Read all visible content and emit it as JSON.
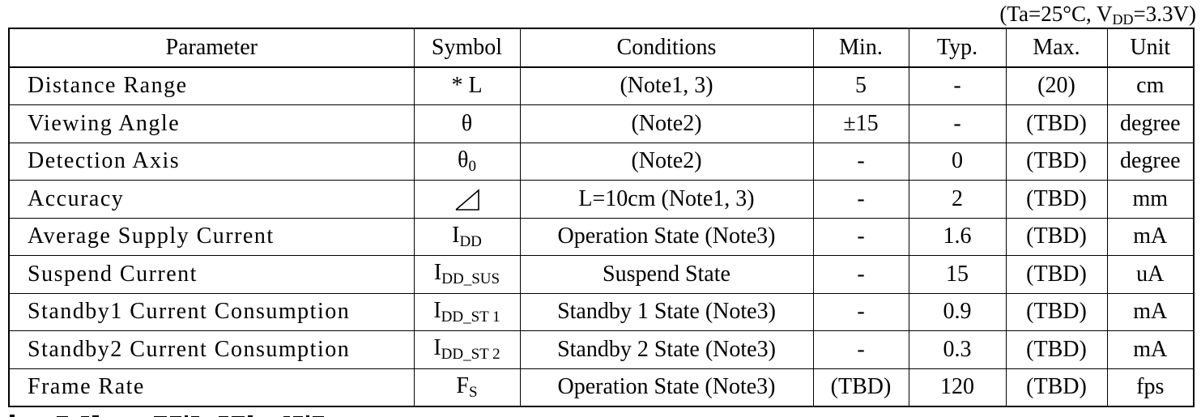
{
  "condition": {
    "prefix": "(Ta=25°C, V",
    "sub": "DD",
    "suffix": "=3.3V)"
  },
  "table": {
    "headers": {
      "parameter": "Parameter",
      "symbol": "Symbol",
      "conditions": "Conditions",
      "min": "Min.",
      "typ": "Typ.",
      "max": "Max.",
      "unit": "Unit"
    },
    "rows": [
      {
        "parameter": "Distance Range",
        "symbol_main": "* L",
        "symbol_sub": "",
        "conditions": "(Note1, 3)",
        "min": "5",
        "typ": "-",
        "max": "(20)",
        "unit": "cm"
      },
      {
        "parameter": "Viewing Angle",
        "symbol_main": "θ",
        "symbol_sub": "",
        "conditions": "(Note2)",
        "min": "±15",
        "typ": "-",
        "max": "(TBD)",
        "unit": "degree"
      },
      {
        "parameter": "Detection Axis",
        "symbol_main": "θ",
        "symbol_sub": "0",
        "conditions": "(Note2)",
        "min": "-",
        "typ": "0",
        "max": "(TBD)",
        "unit": "degree"
      },
      {
        "parameter": "Accuracy",
        "symbol_main": "",
        "symbol_sub": "",
        "symbol_icon": "delta-triangle-icon",
        "conditions": "L=10cm (Note1, 3)",
        "min": "-",
        "typ": "2",
        "max": "(TBD)",
        "unit": "mm"
      },
      {
        "parameter": "Average Supply Current",
        "symbol_main": "I",
        "symbol_sub": "DD",
        "conditions": "Operation State (Note3)",
        "min": "-",
        "typ": "1.6",
        "max": "(TBD)",
        "unit": "mA"
      },
      {
        "parameter": "Suspend Current",
        "symbol_main": "I",
        "symbol_sub": "DD_SUS",
        "conditions": "Suspend State",
        "min": "-",
        "typ": "15",
        "max": "(TBD)",
        "unit": "uA"
      },
      {
        "parameter": "Standby1 Current Consumption",
        "symbol_main": "I",
        "symbol_sub": "DD_ST 1",
        "conditions": "Standby 1 State (Note3)",
        "min": "-",
        "typ": "0.9",
        "max": "(TBD)",
        "unit": "mA"
      },
      {
        "parameter": "Standby2 Current Consumption",
        "symbol_main": "I",
        "symbol_sub": "DD_ST 2",
        "conditions": "Standby 2 State (Note3)",
        "min": "-",
        "typ": "0.3",
        "max": "(TBD)",
        "unit": "mA"
      },
      {
        "parameter": "Frame Rate",
        "symbol_main": "F",
        "symbol_sub": "S",
        "conditions": "Operation State (Note3)",
        "min": "(TBD)",
        "typ": "120",
        "max": "(TBD)",
        "unit": "fps"
      }
    ]
  },
  "colors": {
    "text": "#000000",
    "background": "#ffffff",
    "border": "#000000"
  }
}
